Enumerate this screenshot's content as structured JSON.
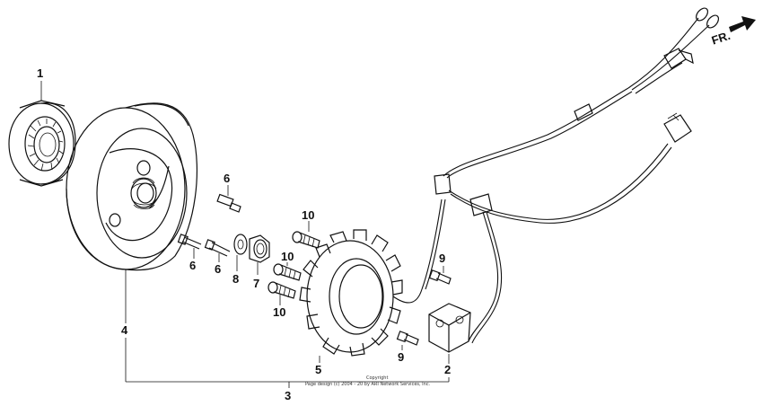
{
  "diagram": {
    "direction_label": "FR.",
    "copyright_line1": "Copyright",
    "copyright_line2": "Page design (c) 2004 - 20 by ARI Network Services, Inc.",
    "callouts": {
      "bearing": "1",
      "pulse_generator": "2",
      "alternator_assembly": "3",
      "flywheel": "4",
      "stator": "5",
      "flywheel_bolt_left": "6",
      "flywheel_bolt_mid": "6",
      "flywheel_bolt_top": "6",
      "nut": "7",
      "washer": "8",
      "pulse_bolt_upper": "9",
      "pulse_bolt_lower": "9",
      "stator_bolt_top": "10",
      "stator_bolt_mid": "10",
      "stator_bolt_low": "10"
    }
  }
}
